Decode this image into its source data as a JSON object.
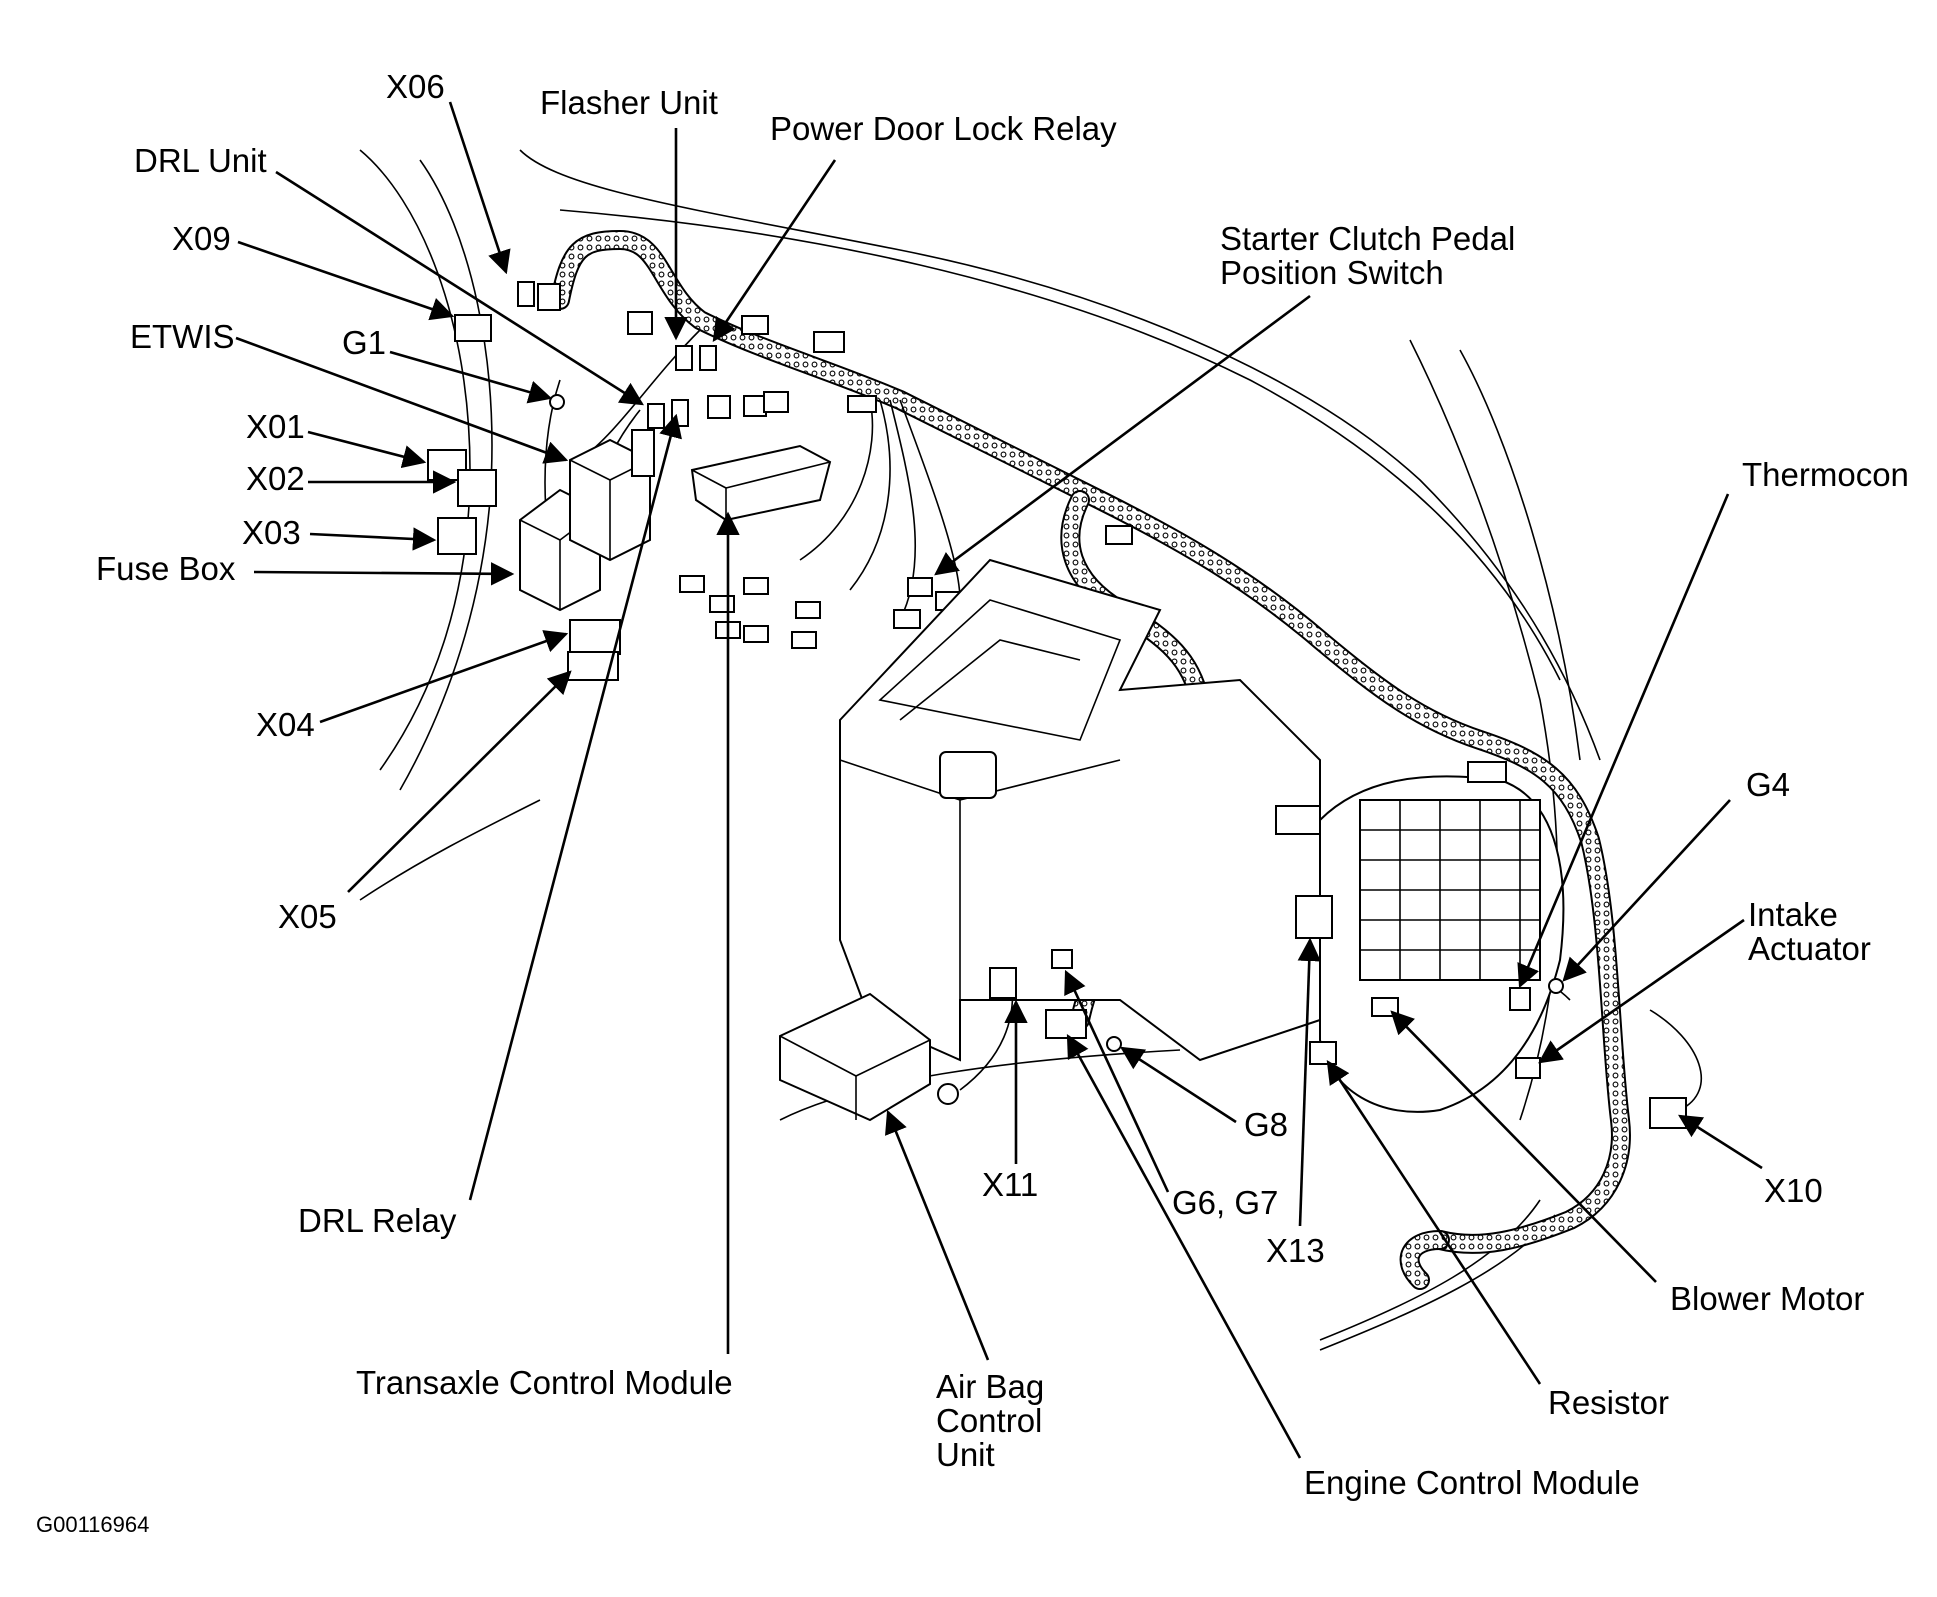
{
  "labels": {
    "x06": "X06",
    "flasher_unit": "Flasher Unit",
    "power_door_lock_relay": "Power Door Lock Relay",
    "drl_unit": "DRL Unit",
    "x09": "X09",
    "starter_clutch_line1": "Starter Clutch Pedal",
    "starter_clutch_line2": "Position Switch",
    "etwis": "ETWIS",
    "g1": "G1",
    "x01": "X01",
    "x02": "X02",
    "x03": "X03",
    "fuse_box": "Fuse Box",
    "thermocon": "Thermocon",
    "g4": "G4",
    "intake_actuator_line1": "Intake",
    "intake_actuator_line2": "Actuator",
    "x04": "X04",
    "x05": "X05",
    "g8": "G8",
    "x11": "X11",
    "g6_g7": "G6, G7",
    "x10": "X10",
    "x13": "X13",
    "drl_relay": "DRL Relay",
    "blower_motor": "Blower Motor",
    "resistor": "Resistor",
    "transaxle_control_module": "Transaxle Control Module",
    "air_bag_line1": "Air Bag",
    "air_bag_line2": "Control",
    "air_bag_line3": "Unit",
    "engine_control_module": "Engine Control Module"
  },
  "figure_code": "G00116964",
  "colors": {
    "ink": "#000000",
    "paper": "#ffffff"
  }
}
